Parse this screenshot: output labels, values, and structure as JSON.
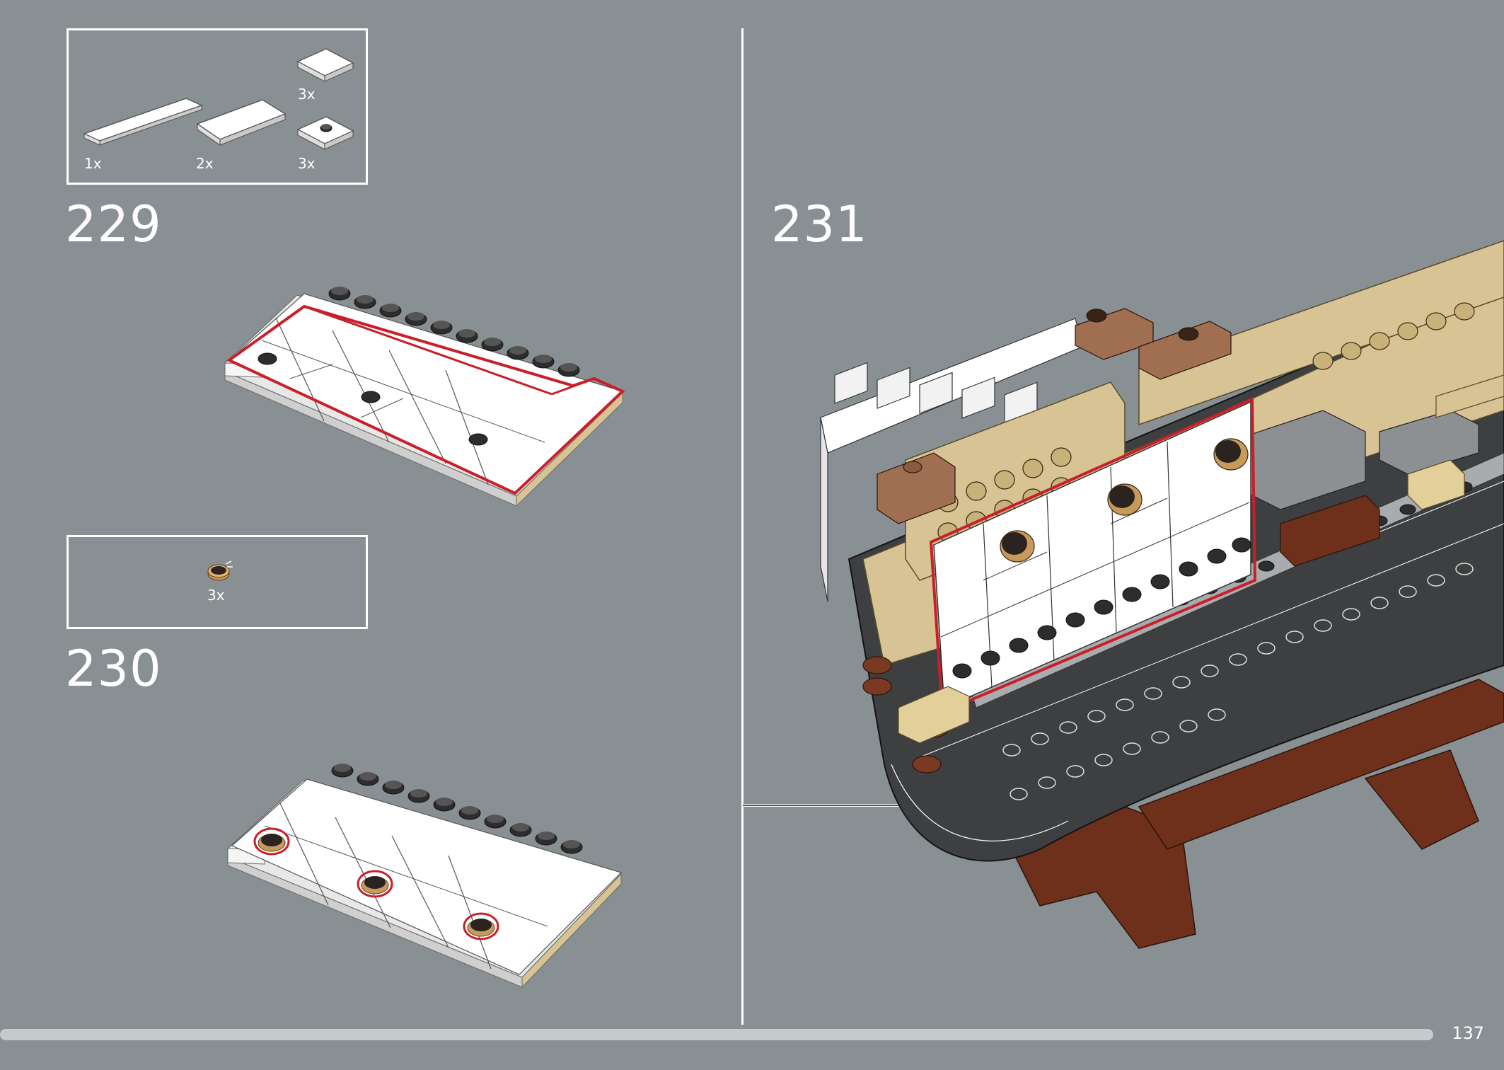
{
  "page": {
    "number": "137",
    "progress_percent": 100
  },
  "steps": [
    {
      "number": "229",
      "parts": [
        {
          "qty": "1x",
          "icon": "tile-1x8-white-icon"
        },
        {
          "qty": "2x",
          "icon": "tile-2x4-white-icon"
        },
        {
          "qty": "3x",
          "icon": "tile-2x2-white-icon"
        },
        {
          "qty": "3x",
          "icon": "tile-2x2-stud-white-icon"
        }
      ]
    },
    {
      "number": "230",
      "parts": [
        {
          "qty": "3x",
          "icon": "round-tile-1x1-gold-icon"
        }
      ]
    },
    {
      "number": "231",
      "parts": []
    }
  ],
  "colors": {
    "background": "#889093",
    "highlight": "#c8202a",
    "white_brick": "#f5f5f5",
    "dark_grey": "#3d3f41",
    "tan": "#d7c393",
    "reddish_brown": "#6e301b",
    "pearl_gold": "#c79a5c"
  }
}
